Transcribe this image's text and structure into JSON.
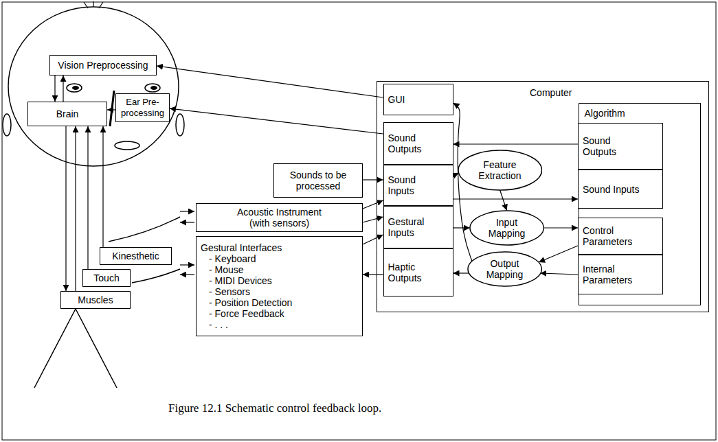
{
  "diagram": {
    "caption": "Figure 12.1 Schematic control feedback loop.",
    "nodes": [
      {
        "text": [
          "Vision Preprocessing"
        ]
      },
      {
        "text": [
          "Brain"
        ]
      },
      {
        "text": [
          "Ear Pre-processing"
        ]
      },
      {
        "text": [
          "Computer"
        ]
      },
      {
        "text": [
          "GUI"
        ],
        "in": 3
      },
      {
        "text": [
          "Sound Outputs"
        ],
        "in": 3
      },
      {
        "text": [
          "Algorithm"
        ],
        "in": 3
      },
      {
        "text": [
          "Sound Outputs"
        ],
        "in": 6
      },
      {
        "text": [
          "Sounds to be processed"
        ]
      },
      {
        "text": [
          "Sound Inputs"
        ],
        "in": 3
      },
      {
        "text": [
          "Feature Extraction"
        ],
        "in": 3
      },
      {
        "text": [
          "Sound Inputs"
        ],
        "in": 6
      },
      {
        "text": [
          "Acoustic Instrument (with sensors)"
        ]
      },
      {
        "text": [
          "Gestural Inputs"
        ],
        "in": 3
      },
      {
        "text": [
          "Input Mapping"
        ],
        "in": 3
      },
      {
        "text": [
          "Control Parameters"
        ],
        "in": 6
      },
      {
        "text": [
          "Kinesthetic"
        ]
      },
      {
        "text": [
          "Gestural Interfaces",
          "- Keyboard",
          "- Mouse",
          "- MIDI Devices",
          "- Sensors",
          "- Position Detection",
          "- Force Feedback",
          "- . . ."
        ]
      },
      {
        "text": [
          "Haptic Outputs"
        ],
        "in": 3
      },
      {
        "text": [
          "Output Mapping"
        ],
        "in": 3
      },
      {
        "text": [
          "Internal Parameters"
        ],
        "in": 6
      },
      {
        "text": [
          "Touch"
        ]
      },
      {
        "text": [
          "Muscles"
        ]
      }
    ],
    "edges": [
      {
        "from": 0,
        "to": 1,
        "arrow": "to"
      },
      {
        "from": 1,
        "to": 0,
        "arrow": "to"
      },
      {
        "from": 2,
        "to": 1,
        "arrow": "to"
      },
      {
        "from": 4,
        "to": 0,
        "arrow": "to"
      },
      {
        "from": 5,
        "to": 2,
        "arrow": "to"
      },
      {
        "from": 7,
        "to": 5,
        "arrow": "to"
      },
      {
        "from": 8,
        "to": 9,
        "arrow": "to"
      },
      {
        "from": 9,
        "to": 10,
        "arrow": "to"
      },
      {
        "from": 9,
        "to": 11,
        "arrow": "to"
      },
      {
        "from": 12,
        "to": 9,
        "arrow": "to"
      },
      {
        "from": 12,
        "to": 13,
        "arrow": "to"
      },
      {
        "from": 17,
        "to": 13,
        "arrow": "to"
      },
      {
        "from": 13,
        "to": 14,
        "arrow": "to"
      },
      {
        "from": 10,
        "to": 14,
        "arrow": "to"
      },
      {
        "from": 14,
        "to": 15,
        "arrow": "to"
      },
      {
        "from": 15,
        "to": 19,
        "arrow": "to"
      },
      {
        "from": 20,
        "to": 19,
        "arrow": "to"
      },
      {
        "from": 19,
        "to": 18,
        "arrow": "to"
      },
      {
        "from": 19,
        "to": 4,
        "arrow": "to"
      },
      {
        "from": 18,
        "to": 17,
        "arrow": "to"
      },
      {
        "from": 16,
        "to": 1,
        "arrow": "to"
      },
      {
        "from": 21,
        "to": 1,
        "arrow": "to"
      },
      {
        "from": 1,
        "to": 22,
        "arrow": "to"
      },
      {
        "from": 22,
        "to": 1,
        "arrow": "to"
      }
    ]
  }
}
